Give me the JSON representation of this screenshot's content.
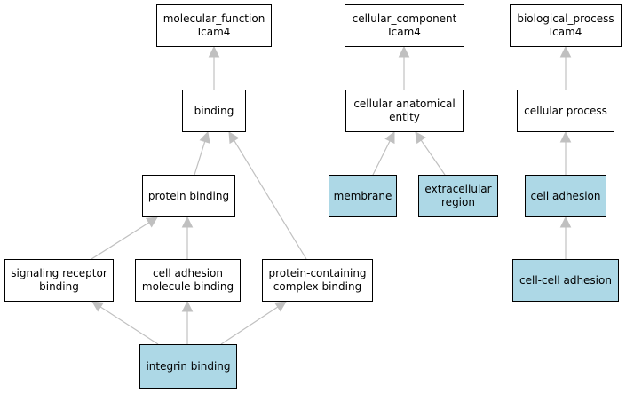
{
  "colors": {
    "node_fill": "#ffffff",
    "highlight_fill": "#add8e6",
    "edge": "#c0c0c0",
    "border": "#000000"
  },
  "nodes": {
    "mf_root": {
      "lines": [
        "molecular_function",
        "Icam4"
      ],
      "highlight": false
    },
    "binding": {
      "lines": [
        "binding"
      ],
      "highlight": false
    },
    "protein_binding": {
      "lines": [
        "protein binding"
      ],
      "highlight": false
    },
    "signaling_receptor_binding": {
      "lines": [
        "signaling receptor",
        "binding"
      ],
      "highlight": false
    },
    "cell_adhesion_molecule_binding": {
      "lines": [
        "cell adhesion",
        "molecule binding"
      ],
      "highlight": false
    },
    "protein_containing_complex_binding": {
      "lines": [
        "protein-containing",
        "complex binding"
      ],
      "highlight": false
    },
    "integrin_binding": {
      "lines": [
        "integrin binding"
      ],
      "highlight": true
    },
    "cc_root": {
      "lines": [
        "cellular_component",
        "Icam4"
      ],
      "highlight": false
    },
    "cellular_anatomical_entity": {
      "lines": [
        "cellular anatomical",
        "entity"
      ],
      "highlight": false
    },
    "membrane": {
      "lines": [
        "membrane"
      ],
      "highlight": true
    },
    "extracellular_region": {
      "lines": [
        "extracellular",
        "region"
      ],
      "highlight": true
    },
    "bp_root": {
      "lines": [
        "biological_process",
        "Icam4"
      ],
      "highlight": false
    },
    "cellular_process": {
      "lines": [
        "cellular process"
      ],
      "highlight": false
    },
    "cell_adhesion": {
      "lines": [
        "cell adhesion"
      ],
      "highlight": true
    },
    "cell_cell_adhesion": {
      "lines": [
        "cell-cell adhesion"
      ],
      "highlight": true
    }
  },
  "edges": [
    {
      "from": "binding",
      "to": "mf_root"
    },
    {
      "from": "protein_binding",
      "to": "binding"
    },
    {
      "from": "protein_containing_complex_binding",
      "to": "binding"
    },
    {
      "from": "signaling_receptor_binding",
      "to": "protein_binding"
    },
    {
      "from": "cell_adhesion_molecule_binding",
      "to": "protein_binding"
    },
    {
      "from": "integrin_binding",
      "to": "signaling_receptor_binding"
    },
    {
      "from": "integrin_binding",
      "to": "cell_adhesion_molecule_binding"
    },
    {
      "from": "integrin_binding",
      "to": "protein_containing_complex_binding"
    },
    {
      "from": "cellular_anatomical_entity",
      "to": "cc_root"
    },
    {
      "from": "membrane",
      "to": "cellular_anatomical_entity"
    },
    {
      "from": "extracellular_region",
      "to": "cellular_anatomical_entity"
    },
    {
      "from": "cellular_process",
      "to": "bp_root"
    },
    {
      "from": "cell_adhesion",
      "to": "cellular_process"
    },
    {
      "from": "cell_cell_adhesion",
      "to": "cell_adhesion"
    }
  ]
}
